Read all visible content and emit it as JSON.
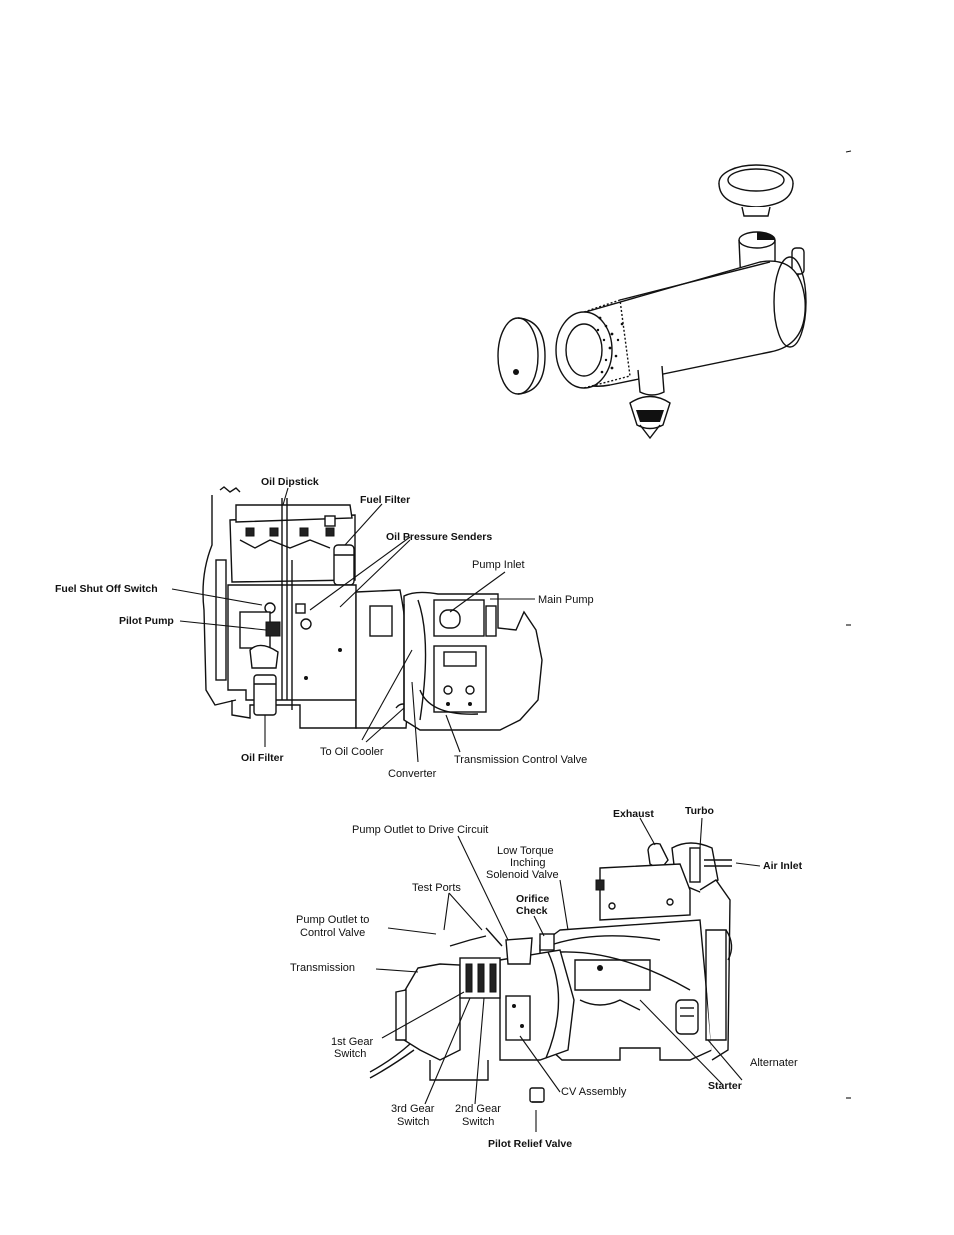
{
  "air_cleaner": {},
  "engine_upper": {
    "labels": {
      "oil_dipstick": "Oil Dipstick",
      "fuel_filter": "Fuel Filter",
      "oil_pressure_senders": "Oil Pressure Senders",
      "pump_inlet": "Pump Inlet",
      "main_pump": "Main Pump",
      "fuel_shut_off_switch": "Fuel Shut Off Switch",
      "pilot_pump": "Pilot Pump",
      "oil_filter": "Oil Filter",
      "to_oil_cooler": "To Oil Cooler",
      "converter": "Converter",
      "transmission_control_valve": "Transmission Control Valve"
    }
  },
  "engine_lower": {
    "labels": {
      "pump_outlet_to_drive_circuit": "Pump Outlet to Drive Circuit",
      "exhaust": "Exhaust",
      "turbo": "Turbo",
      "air_inlet": "Air Inlet",
      "low_torque_line1": "Low Torque",
      "low_torque_line2": "Inching",
      "low_torque_line3": "Solenoid Valve",
      "test_ports": "Test Ports",
      "orifice_check_line1": "Orifice",
      "orifice_check_line2": "Check",
      "pump_outlet_control_line1": "Pump Outlet to",
      "pump_outlet_control_line2": "Control Valve",
      "transmission": "Transmission",
      "first_gear_line1": "1st Gear",
      "first_gear_line2": "Switch",
      "third_gear_line1": "3rd Gear",
      "third_gear_line2": "Switch",
      "second_gear_line1": "2nd Gear",
      "second_gear_line2": "Switch",
      "cv_assembly": "CV Assembly",
      "starter": "Starter",
      "alternater": "Alternater",
      "pilot_relief_valve": "Pilot Relief Valve"
    }
  }
}
